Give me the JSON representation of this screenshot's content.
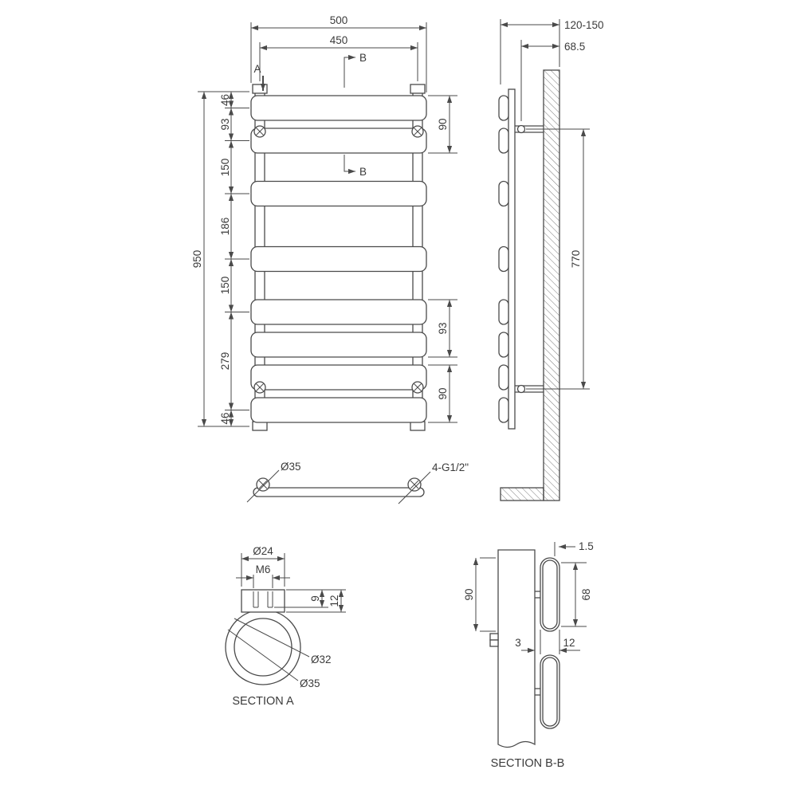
{
  "front_view": {
    "dims": {
      "overall_width": "500",
      "rail_centres_width": "450",
      "overall_height": "950",
      "left_segments": [
        "46",
        "93",
        "150",
        "186",
        "150",
        "279",
        "46"
      ],
      "right_top": "90",
      "right_middle": "93",
      "right_bottom": "90"
    },
    "labels": {
      "section_a": "A",
      "section_b_top": "B",
      "section_b_bottom": "B"
    }
  },
  "plan_view": {
    "valve_diameter": "Ø35",
    "connections": "4-G1/2\""
  },
  "side_view": {
    "depth_range": "120-150",
    "wall_to_fixing": "68.5",
    "fixing_centres": "770"
  },
  "section_a": {
    "boss_diameter": "Ø24",
    "thread_size": "M6",
    "thread_depth": "9",
    "boss_height": "12",
    "inner_diameter": "Ø32",
    "outer_diameter": "Ø35",
    "caption": "SECTION A"
  },
  "section_bb": {
    "panel_thickness": "1.5",
    "panel_pitch": "90",
    "panel_height": "68",
    "gap_rail_to_panel": "3",
    "panel_depth": "12",
    "caption": "SECTION B-B"
  }
}
